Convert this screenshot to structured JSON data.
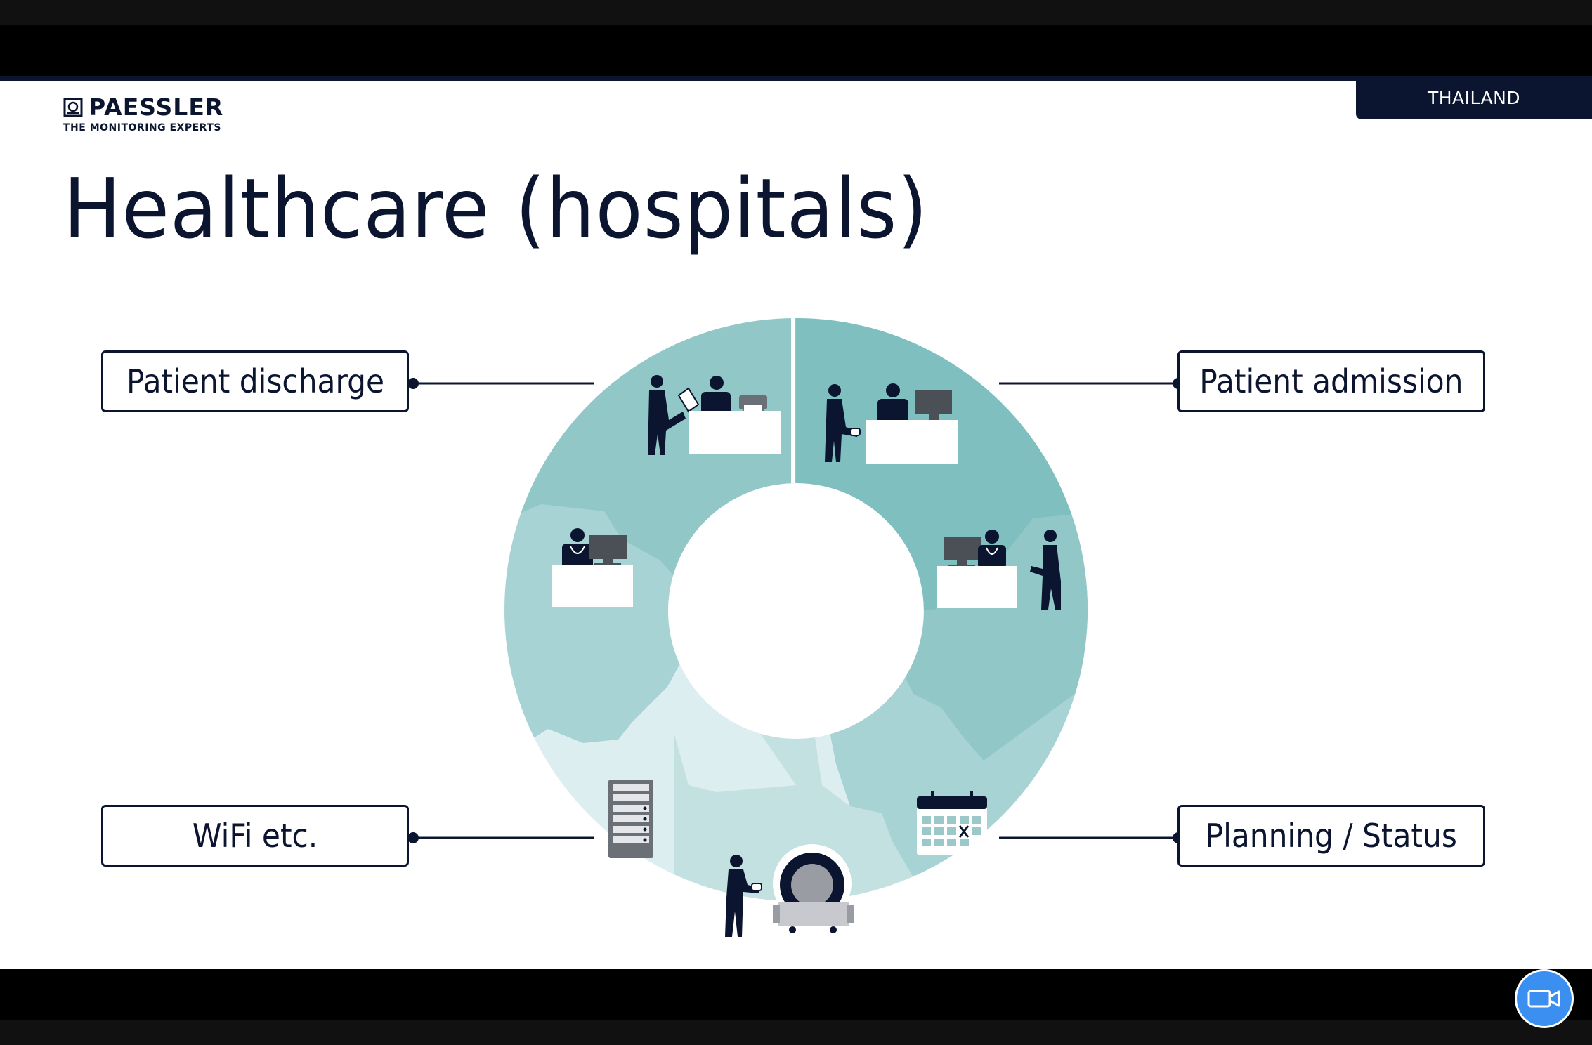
{
  "slide": {
    "country_tab": "THAILAND",
    "logo": {
      "name": "PAESSLER",
      "tagline": "THE MONITORING EXPERTS"
    },
    "title": "Healthcare (hospitals)"
  },
  "labels": {
    "patient_discharge": "Patient discharge",
    "patient_admission": "Patient admission",
    "wifi": "WiFi etc.",
    "planning_status": "Planning / Status"
  },
  "colors": {
    "navy": "#0c1530",
    "teal_dark": "#7fbfc0",
    "teal_mid": "#92c7c8",
    "teal_light": "#a8d3d4",
    "teal_pale": "#c3e1e1",
    "teal_faint": "#ddeef0",
    "video_button": "#3b8ff0"
  },
  "icons": {
    "video_button": "video-camera-icon",
    "server": "server-rack-icon",
    "calendar": "calendar-icon",
    "mri": "mri-scanner-icon",
    "printer": "printer-icon"
  }
}
